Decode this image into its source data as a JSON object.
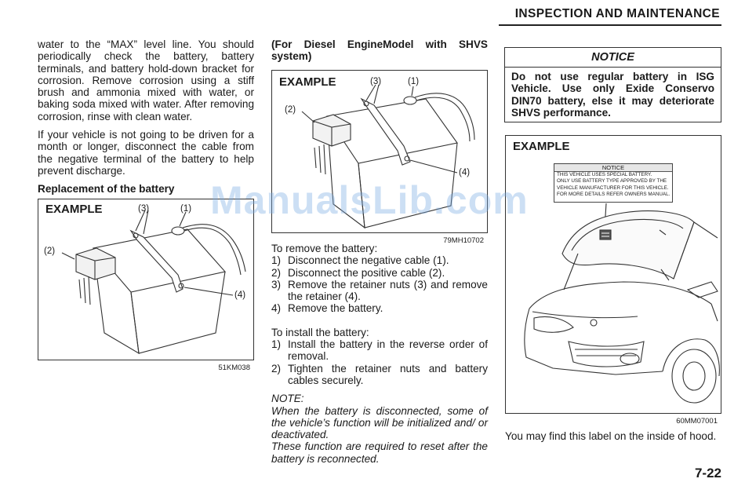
{
  "header": {
    "title": "INSPECTION AND MAINTENANCE"
  },
  "left_column": {
    "para1": "water to the “MAX” level line. You should periodically check the battery, battery terminals, and battery hold-down bracket for corrosion. Remove corrosion using a stiff brush and ammonia mixed with water, or baking soda mixed with water. After removing corrosion, rinse with clean water.",
    "para2": "If your vehicle is not going to be driven for a month or longer, disconnect the cable from the negative terminal of the battery to help prevent discharge.",
    "heading": "Replacement of the battery",
    "figure": {
      "label": "EXAMPLE",
      "callouts": [
        "(3)",
        "(1)",
        "(2)",
        "(4)"
      ],
      "code": "51KM038"
    }
  },
  "middle_column": {
    "heading": "(For Diesel EngineModel with SHVS system)",
    "figure": {
      "label": "EXAMPLE",
      "callouts": [
        "(3)",
        "(1)",
        "(2)",
        "(4)"
      ],
      "code": "79MH10702"
    },
    "remove_intro": "To remove the battery:",
    "remove_steps": [
      {
        "num": "1)",
        "text": "Disconnect the negative cable (1)."
      },
      {
        "num": "2)",
        "text": "Disconnect the positive cable (2)."
      },
      {
        "num": "3)",
        "text": "Remove the retainer nuts (3) and remove the retainer (4)."
      },
      {
        "num": "4)",
        "text": "Remove the battery."
      }
    ],
    "install_intro": "To install the battery:",
    "install_steps": [
      {
        "num": "1)",
        "text": "Install the battery in the reverse order of removal."
      },
      {
        "num": "2)",
        "text": "Tighten the retainer nuts and battery cables securely."
      }
    ],
    "note_title": "NOTE:",
    "note_1": "When the battery is disconnected, some of the vehicle’s function will be initialized and/ or deactivated.",
    "note_2": "These function are required to reset after the battery is reconnected."
  },
  "right_column": {
    "notice_title": "NOTICE",
    "notice_text": "Do not use regular battery in ISG Vehicle. Use only Exide Conservo DIN70 battery, else it may deteriorate SHVS performance.",
    "figure": {
      "label": "EXAMPLE",
      "code": "60MM07001",
      "label_card_title": "NOTICE",
      "label_card_lines": [
        "THIS VEHICLE USES SPECIAL BATTERY.",
        "ONLY USE BATTERY TYPE APPROVED BY THE",
        "VEHICLE MANUFACTURER FOR THIS VEHICLE.",
        "FOR MORE DETAILS REFER OWNERS MANUAL."
      ]
    },
    "caption": "You may find this label on the inside of hood."
  },
  "watermark": "ManualsLib.com",
  "page_number": "7-22"
}
